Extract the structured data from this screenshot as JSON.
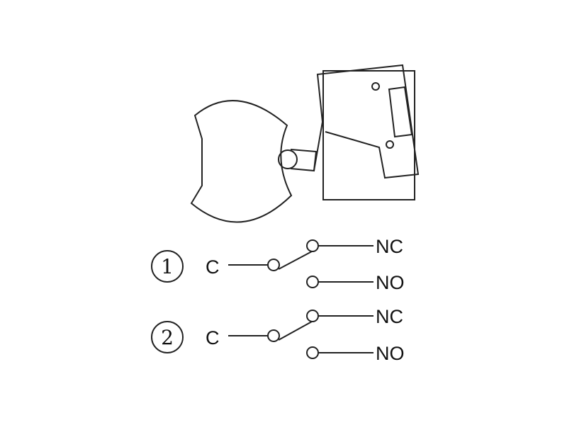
{
  "schematics": [
    {
      "number": "1",
      "common": "C",
      "nc": "NC",
      "no": "NO",
      "state": "NC closed"
    },
    {
      "number": "2",
      "common": "C",
      "nc": "NC",
      "no": "NO",
      "state": "NC closed"
    }
  ],
  "colors": {
    "line": "#222222",
    "background": "#ffffff"
  }
}
